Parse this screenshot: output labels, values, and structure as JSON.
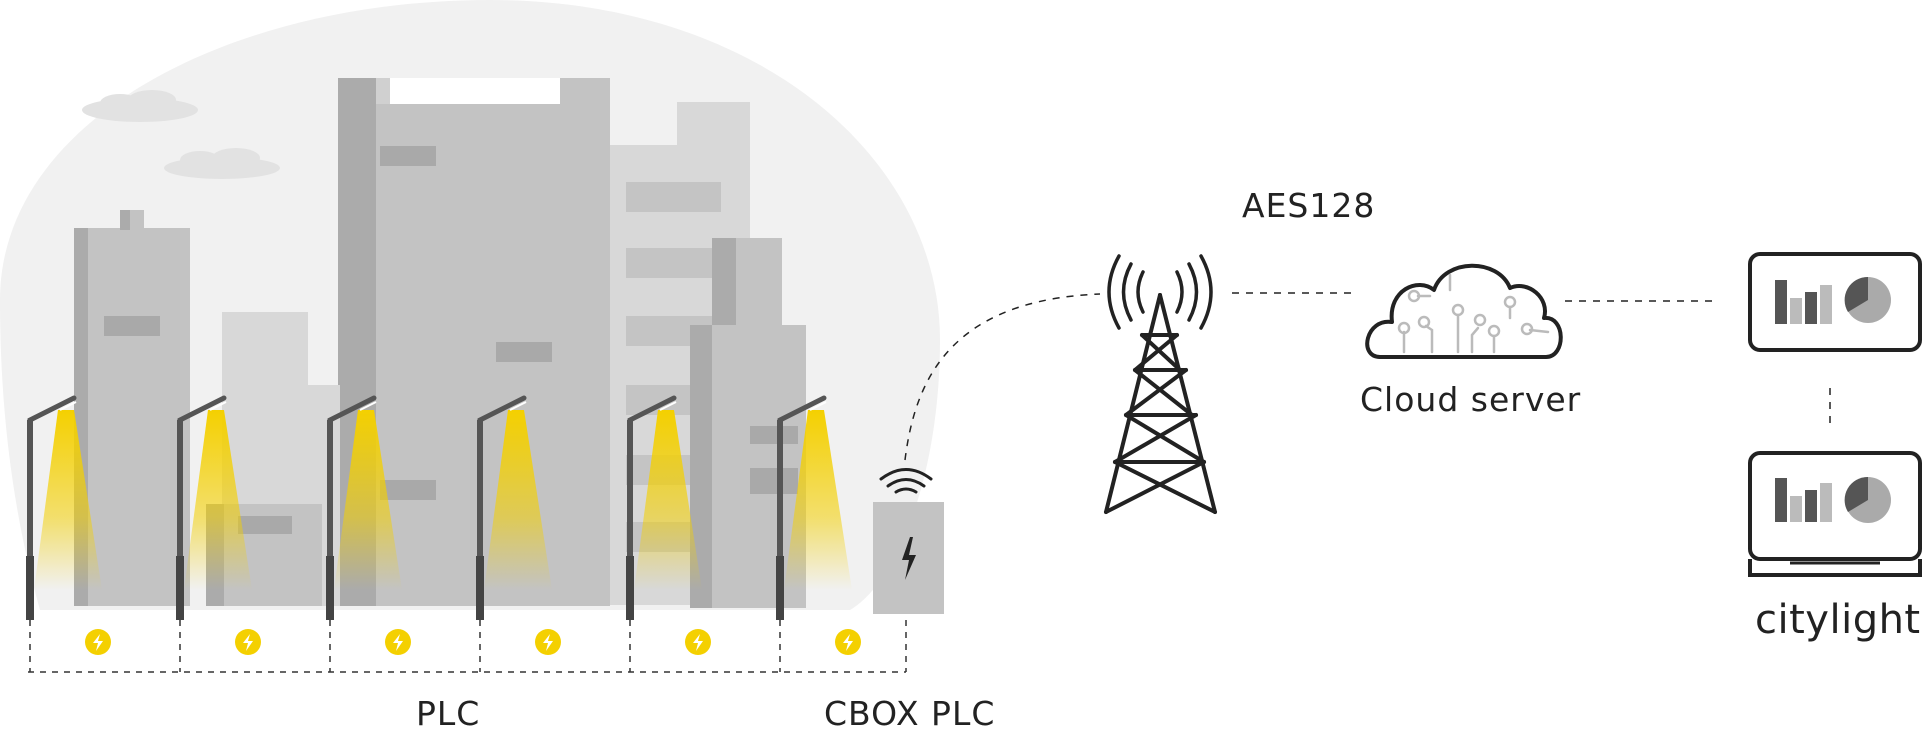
{
  "labels": {
    "encryption": "AES128",
    "cloud": "Cloud server",
    "network": "PLC",
    "controller": "CBOX PLC",
    "brand": "citylight"
  },
  "colors": {
    "background_blob": "#f1f1f1",
    "building_light": "#d8d8d8",
    "building_mid": "#c3c3c3",
    "building_dark": "#ababab",
    "window": "#a9a9a9",
    "lamp_pole": "#555555",
    "light_beam": "#f4d000",
    "power_badge": "#f4d000",
    "line": "#222222"
  },
  "icons": {
    "lamp": "street-lamp-icon",
    "power": "lightning-bolt-icon",
    "tower": "radio-tower-icon",
    "cloud": "cloud-circuit-icon",
    "monitor": "monitor-dashboard-icon",
    "laptop": "laptop-dashboard-icon",
    "wifi": "wifi-signal-icon"
  },
  "street_lamp_count": 6
}
